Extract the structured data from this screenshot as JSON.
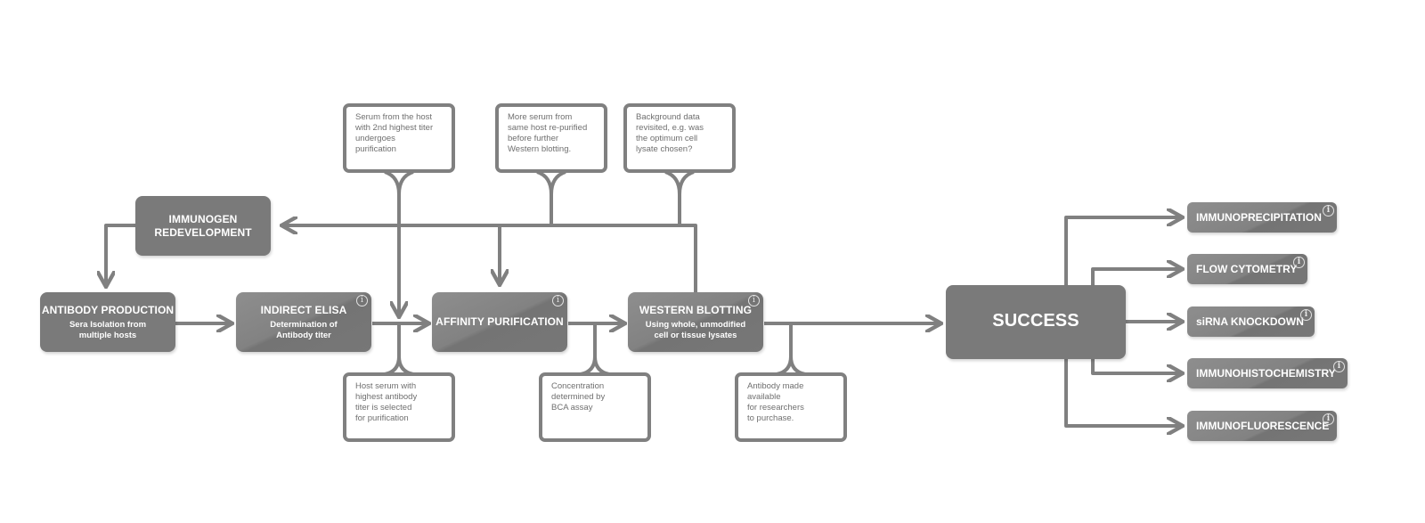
{
  "steps": {
    "antibody_production": {
      "title": "ANTIBODY PRODUCTION",
      "sub": "Sera Isolation from\nmultiple hosts"
    },
    "immunogen_redevelopment": {
      "title": "IMMUNOGEN\nREDEVELOPMENT"
    },
    "indirect_elisa": {
      "title": "INDIRECT ELISA",
      "sub": "Determination of\nAntibody titer",
      "info": "i"
    },
    "affinity_purification": {
      "title": "AFFINITY PURIFICATION",
      "info": "i"
    },
    "western_blotting": {
      "title": "WESTERN BLOTTING",
      "sub": "Using whole, unmodified\ncell or tissue lysates",
      "info": "i"
    },
    "success": {
      "title": "SUCCESS"
    }
  },
  "notes": {
    "second_titer": "Serum from the host\nwith 2nd highest titer\nundergoes\npurification",
    "more_serum": "More serum from\nsame host re-purified\nbefore further\nWestern blotting.",
    "background": "Background data\nrevisited, e.g. was\nthe optimum cell\nlysate chosen?",
    "highest_titer": "Host serum with\nhighest antibody\ntiter is selected\nfor purification",
    "concentration": "Concentration\ndetermined by\nBCA assay",
    "available": "Antibody made\navailable\nfor researchers\nto purchase."
  },
  "applications": [
    {
      "label": "IMMUNOPRECIPITATION",
      "info": "i"
    },
    {
      "label": "FLOW CYTOMETRY",
      "info": "i"
    },
    {
      "label": "siRNA KNOCKDOWN",
      "info": "i"
    },
    {
      "label": "IMMUNOHISTOCHEMISTRY",
      "info": "i"
    },
    {
      "label": "IMMUNOFLUORESCENCE",
      "info": "i"
    }
  ]
}
